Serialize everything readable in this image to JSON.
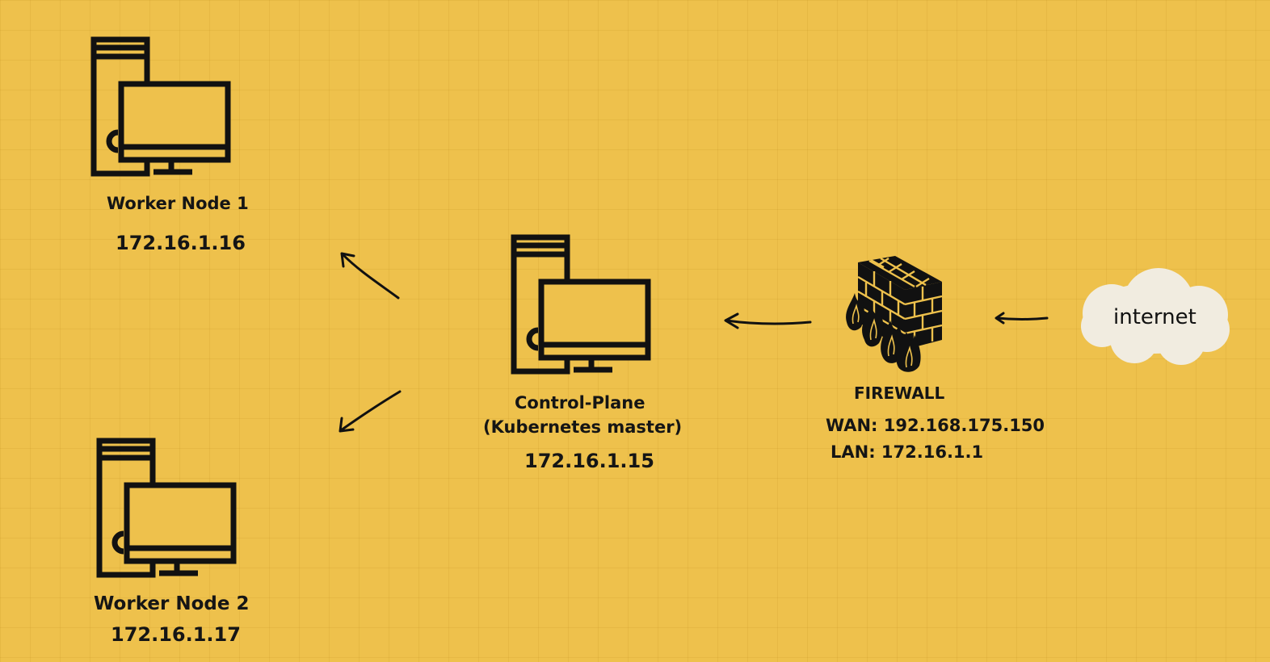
{
  "nodes": {
    "worker1": {
      "name": "Worker Node 1",
      "ip": "172.16.1.16"
    },
    "worker2": {
      "name": "Worker Node 2",
      "ip": "172.16.1.17"
    },
    "control": {
      "name_line1": "Control-Plane",
      "name_line2": "(Kubernetes master)",
      "ip": "172.16.1.15"
    },
    "firewall": {
      "name": "FIREWALL",
      "wan": "WAN: 192.168.175.150",
      "lan": "LAN: 172.16.1.1"
    },
    "internet": {
      "label": "internet"
    }
  },
  "icons": {
    "computer": "desktop-computer-icon",
    "firewall": "firewall-icon",
    "cloud": "cloud-icon"
  },
  "colors": {
    "background": "#eec14c",
    "ink": "#111111",
    "cloud": "#f1ece0"
  }
}
